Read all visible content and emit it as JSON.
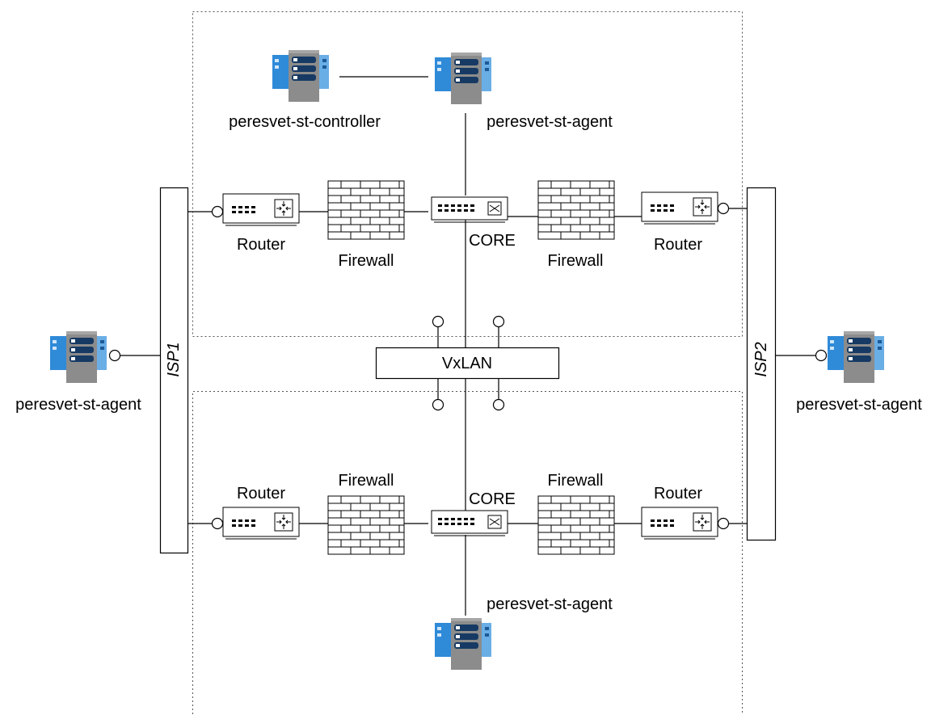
{
  "colors": {
    "server_primary": "#2f8ad8",
    "server_secondary": "#6aaee6",
    "server_body": "#8c8c8c",
    "server_slot": "#163a63",
    "line": "#000000",
    "zone_border": "#555555"
  },
  "servers": {
    "controller": {
      "label": "peresvet-st-controller",
      "icon": "server-icon"
    },
    "top_agent": {
      "label": "peresvet-st-agent",
      "icon": "server-icon"
    },
    "left_agent": {
      "label": "peresvet-st-agent",
      "icon": "server-icon"
    },
    "right_agent": {
      "label": "peresvet-st-agent",
      "icon": "server-icon"
    },
    "bottom_agent": {
      "label": "peresvet-st-agent",
      "icon": "server-icon"
    }
  },
  "top_site": {
    "router_left": "Router",
    "firewall_left": "Firewall",
    "core": "CORE",
    "firewall_right": "Firewall",
    "router_right": "Router"
  },
  "bottom_site": {
    "router_left": "Router",
    "firewall_left": "Firewall",
    "core": "CORE",
    "firewall_right": "Firewall",
    "router_right": "Router"
  },
  "isp": {
    "left": "ISP1",
    "right": "ISP2"
  },
  "overlay": {
    "label": "VxLAN"
  }
}
